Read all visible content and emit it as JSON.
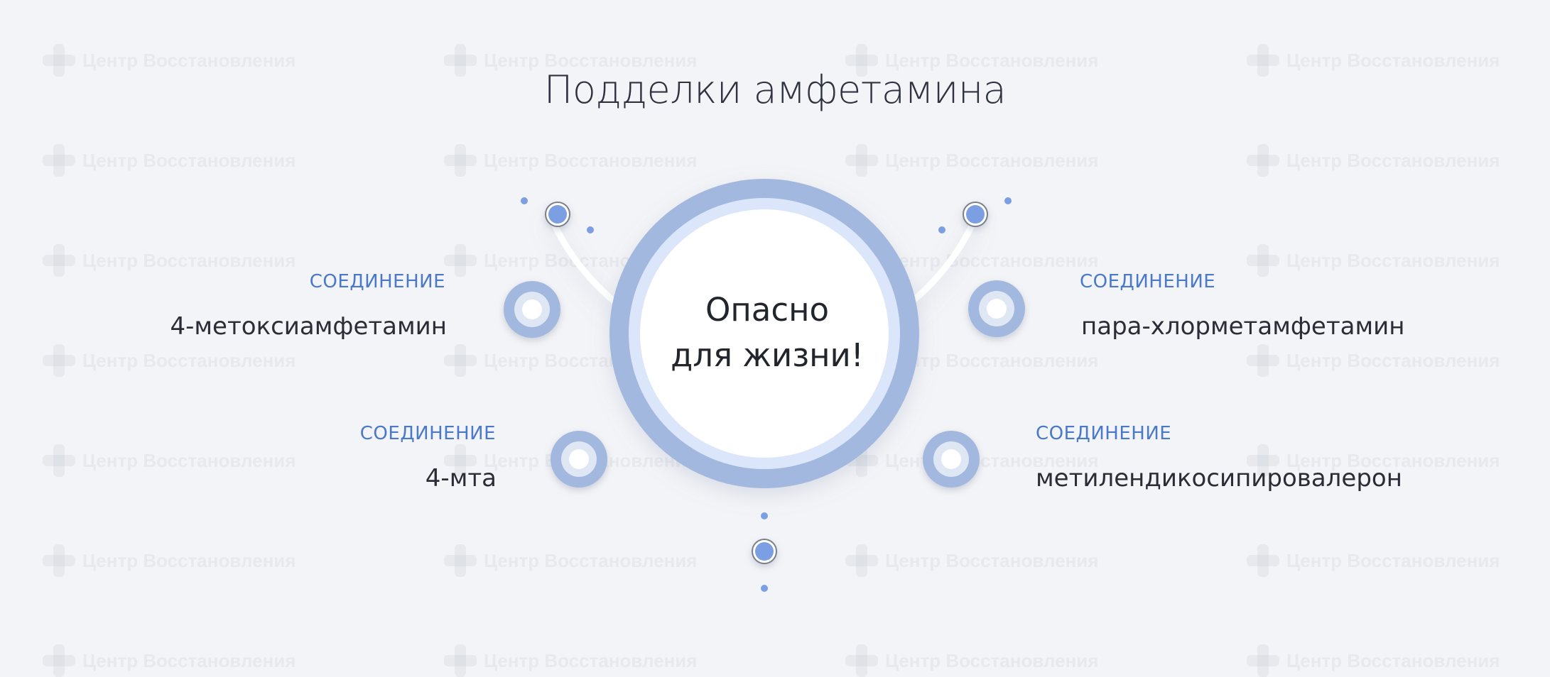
{
  "watermark": {
    "text": "Центр Восстановления"
  },
  "title": "Подделки амфетамина",
  "center": {
    "line1": "Опасно",
    "line2": "для жизни!"
  },
  "items": [
    {
      "category": "СОЕДИНЕНИЕ",
      "name": "4-метоксиамфетамин"
    },
    {
      "category": "СОЕДИНЕНИЕ",
      "name": "4-мта"
    },
    {
      "category": "СОЕДИНЕНИЕ",
      "name": "пара-хлорметамфетамин"
    },
    {
      "category": "СОЕДИНЕНИЕ",
      "name": "метилендикосипировалерон"
    }
  ],
  "colors": {
    "accent": "#4a79c9",
    "ring_outer": "#a3b8de",
    "ring_inner": "#dbe6fa",
    "dot": "#7c9ee2",
    "background": "#f3f4f7"
  }
}
